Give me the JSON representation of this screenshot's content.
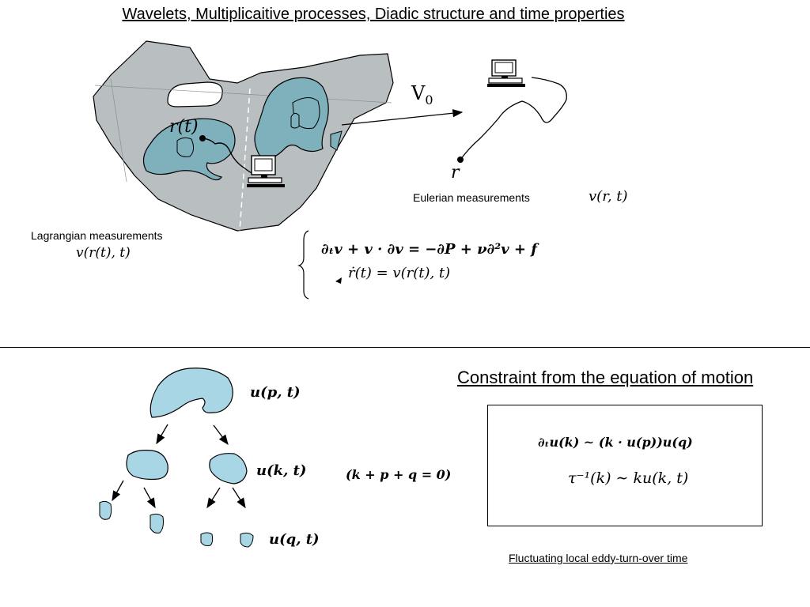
{
  "title": "Wavelets, Multiplicaitive processes, Diadic structure and time properties",
  "top": {
    "v0_label": "V",
    "v0_sub": "0",
    "rt_label": "r(t)",
    "r_label": "r",
    "eulerian_label": "Eulerian measurements",
    "eulerian_formula": "v(r, t)",
    "lagrangian_label": "Lagrangian  measurements",
    "lagrangian_formula": "v(r(t), t)",
    "equation_1": "∂ₜv + v · ∂v = −∂P + ν∂²v + f",
    "equation_2": "ṙ(t) = v(r(t), t)"
  },
  "bottom": {
    "u_p": "u(p, t)",
    "u_k": "u(k, t)",
    "u_q": "u(q, t)",
    "sum_constraint": "(k + p + q = 0)",
    "constraint_title": "Constraint from the equation of motion",
    "box_eq_1": "∂ₜu(k) ∼ (k · u(p))u(q)",
    "box_eq_2": "τ⁻¹(k) ∼ ku(k, t)",
    "fluctuating_label": "Fluctuating local eddy-turn-over time"
  },
  "colors": {
    "gray_fluid": "#b9bec0",
    "blue_eddy": "#7fb1bd",
    "light_blue": "#a9d6e4"
  },
  "icons": [
    "computer-icon",
    "computer-icon"
  ]
}
